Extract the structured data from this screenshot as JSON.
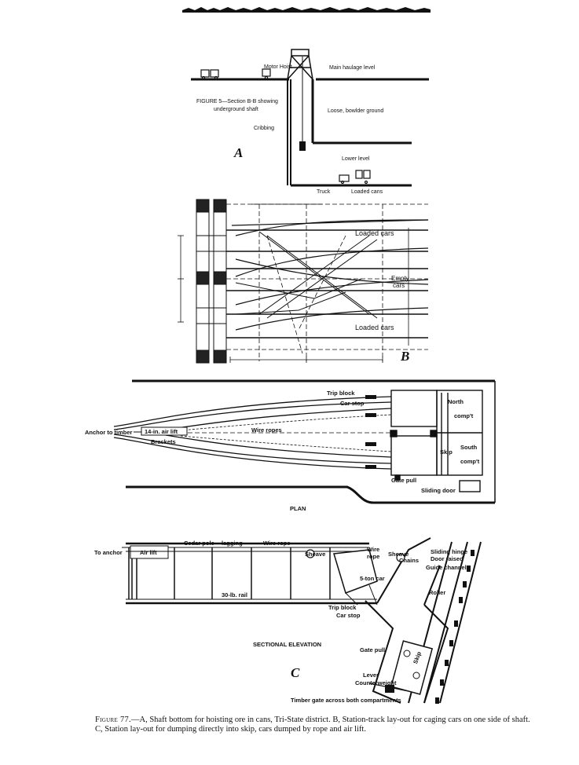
{
  "figure_a": {
    "letter": "A",
    "labels": {
      "motor_hoist": "Motor Hoist",
      "main_haulage": "Main haulage level",
      "figure_note_1": "FIGURE 5—Section B-B showing",
      "figure_note_2": "underground shaft",
      "cribbing": "Cribbing",
      "loose_ground": "Loose, bowlder ground",
      "lower_level": "Lower level",
      "truck": "Truck",
      "loaded_cans": "Loaded cans"
    }
  },
  "figure_b": {
    "letter": "B",
    "labels": {
      "loaded_cars_top": "Loaded cars",
      "empty_cars_1": "Empty",
      "empty_cars_2": "cars",
      "loaded_cars_bottom": "Loaded cars"
    }
  },
  "figure_plan": {
    "title": "PLAN",
    "labels": {
      "trip_block": "Trip block",
      "car_stop": "Car stop",
      "north_1": "North",
      "north_2": "comp't",
      "anchor": "Anchor to timber",
      "air_lift": "14-in. air lift",
      "wire_ropes": "Wire ropes",
      "brackets": "Brackets",
      "skip": "Skip",
      "south_1": "South",
      "south_2": "comp't",
      "gate_pull": "Gate pull",
      "sliding_door": "Sliding door"
    }
  },
  "figure_c": {
    "letter": "C",
    "title": "SECTIONAL ELEVATION",
    "labels": {
      "to_anchor": "To anchor",
      "air_lift": "Air lift",
      "cedar_pole": "Cedar pole",
      "lagging": "lagging",
      "wire_rope_top": "Wire rope",
      "sheave_1": "Sheave",
      "wire_rope_2a": "Wire",
      "wire_rope_2b": "rope",
      "sheave_2": "Sheave",
      "chains": "Chains",
      "sliding_hinge": "Sliding hinge",
      "door_raised": "Door raised",
      "guide_channel": "Guide channel",
      "five_ton_car": "5-ton car",
      "roller": "Roller",
      "rail": "30-lb. rail",
      "trip_block": "Trip block",
      "car_stop": "Car stop",
      "gate_pull": "Gate pull",
      "lever": "Lever",
      "counterweight": "Counterweight",
      "skip": "Skip",
      "timber_gate": "Timber gate across both compartments"
    }
  },
  "caption": {
    "figure": "Figure 77.",
    "text": "—A, Shaft bottom for hoisting ore in cans, Tri-State district. B, Station-track lay-out for caging cars on one side of shaft. C, Station lay-out for dumping directly into skip, cars dumped by rope and air lift."
  }
}
